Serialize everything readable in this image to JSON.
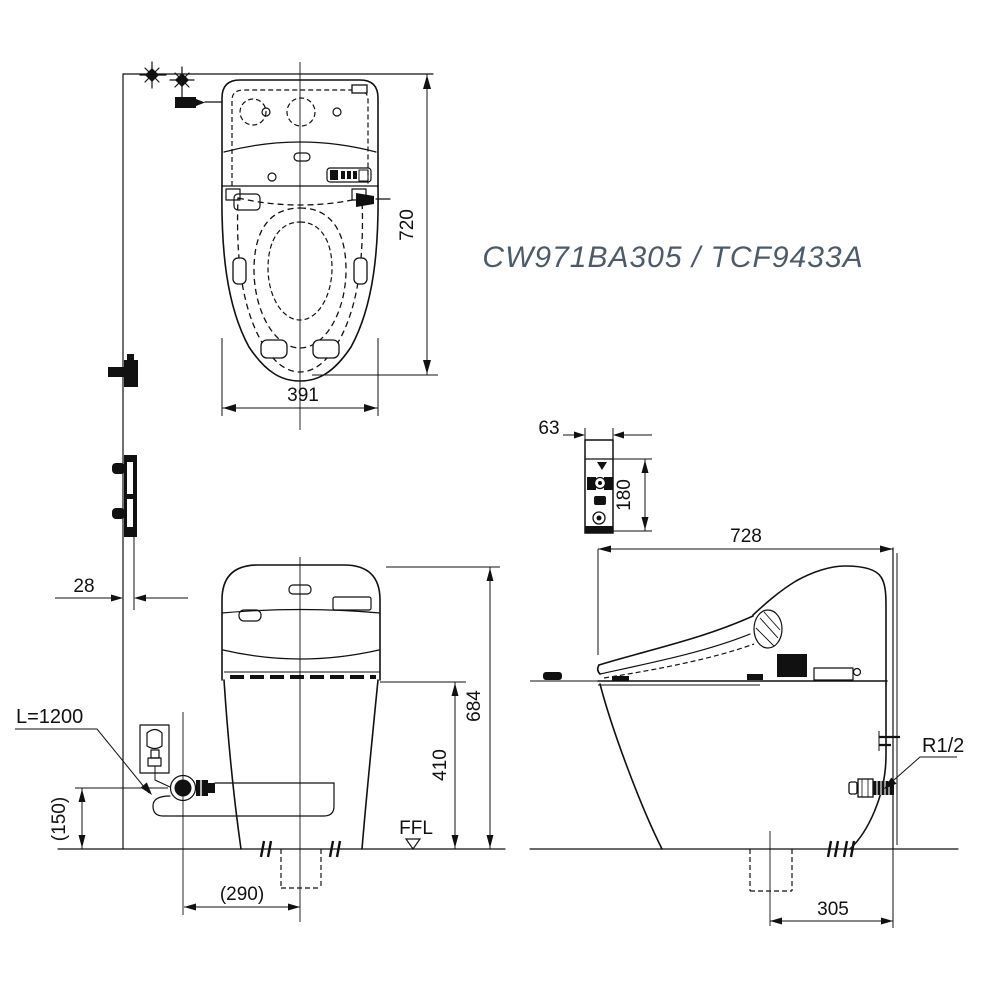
{
  "drawing": {
    "title": "CW971BA305 / TCF9433A",
    "colors": {
      "line": "#111111",
      "title": "#4d5a68",
      "background": "#ffffff"
    },
    "top_view": {
      "dim_depth": "720",
      "dim_width": "391"
    },
    "remote_detail": {
      "dim_width": "63",
      "dim_height": "180"
    },
    "front_view": {
      "dim_remote_offset": "28",
      "hose_label": "L=1200",
      "dim_supply_height": "(150)",
      "dim_drain_setback": "(290)",
      "floor_label": "FFL",
      "dim_rim_height": "410",
      "dim_total_height": "684"
    },
    "side_view": {
      "dim_depth": "728",
      "supply_label": "R1/2",
      "dim_rough_in": "305"
    }
  }
}
